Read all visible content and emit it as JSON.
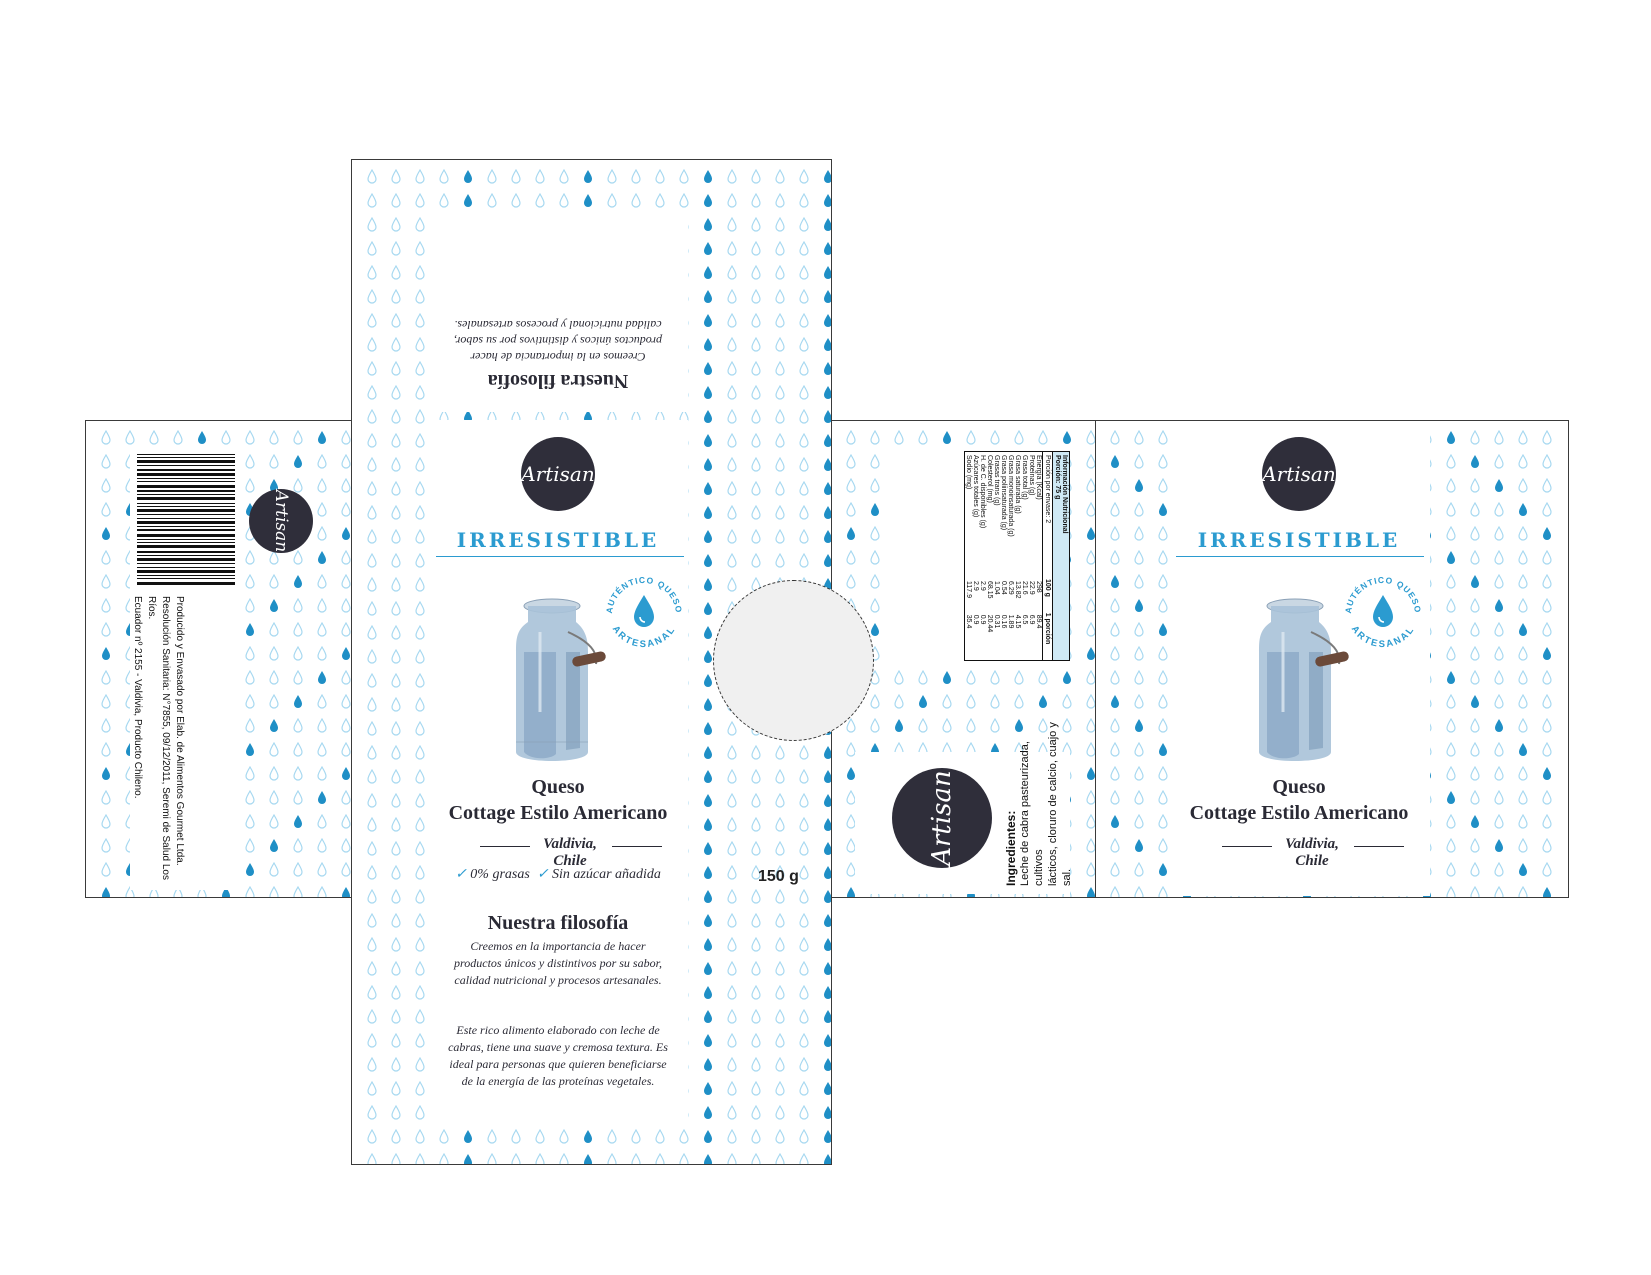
{
  "brand": "Artisan",
  "tagline": "IRRESISTIBLE",
  "badge": {
    "top": "AUTÉNTICO QUESO",
    "bottom": "ARTESANAL"
  },
  "product": {
    "line1": "Queso",
    "line2": "Cottage Estilo Americano",
    "origin": "Valdivia, Chile"
  },
  "claims": [
    "0% grasas",
    "Sin azúcar añadida"
  ],
  "weight": "150 g",
  "philosophy": {
    "title": "Nuestra filosofía",
    "text": "Creemos en la importancia de hacer productos únicos y distintivos por su sabor, calidad nutricional y procesos artesanales.",
    "lines": [
      "Creemos en la importancia de hacer",
      "productos únicos y distintivos por su sabor,",
      "calidad nutricional y procesos artesanales."
    ]
  },
  "description": {
    "lines": [
      "Este rico alimento elaborado con leche de",
      "cabras, tiene una suave y cremosa textura. Es",
      "ideal para personas que quieren beneficiarse",
      "de la energía de las proteínas vegetales."
    ]
  },
  "producer": {
    "lines": [
      "Producido y Envasado por Elab. de Alimentos Gourmet Ltda.",
      "Resolución Sanitaria: N°7855, 09/12/2011, Seremi de Salud Los Ríos.",
      "Ecuador nº 2155 - Valdivia, Producto Chileno."
    ]
  },
  "ingredients": {
    "label": "Ingredientes:",
    "lines": [
      "Leche de cabra pasteurizada, cultivos",
      "lácticos, cloruro de calcio, cuajo y sal."
    ]
  },
  "nutrition": {
    "title": "Información Nutricional",
    "serving": "Porción: 75 g",
    "servings": "Porción por envase: 2",
    "headers": [
      "",
      "100 g",
      "1 porción"
    ],
    "rows": [
      [
        "Energía (Kcal)",
        "298",
        "89.4"
      ],
      [
        "Proteínas (g)",
        "22.9",
        "6.9"
      ],
      [
        "Grasa total (g)",
        "21.6",
        "6.5"
      ],
      [
        "Grasa saturada (g)",
        "13.82",
        "4.15"
      ],
      [
        "Grasa monoinsaturada (g)",
        "6.29",
        "1.89"
      ],
      [
        "Grasa poliinsaturada (g)",
        "0.54",
        "0.16"
      ],
      [
        "Grasas trans (g)",
        "1.04",
        "0.31"
      ],
      [
        "Colesterol (mg)",
        "68.15",
        "20.44"
      ],
      [
        "H. de C. disponibles (g)",
        "2.9",
        "0.9"
      ],
      [
        "Azúcares totales (g)",
        "2.9",
        "0.9"
      ],
      [
        "Sodio (mg)",
        "117.9",
        "35.4"
      ]
    ]
  },
  "colors": {
    "accent": "#2b9bd0",
    "drop_light": "#a6d8f0",
    "drop_dark": "#1f8fc6",
    "logo_bg": "#2f2e3a",
    "window": "#f0f0f0"
  }
}
